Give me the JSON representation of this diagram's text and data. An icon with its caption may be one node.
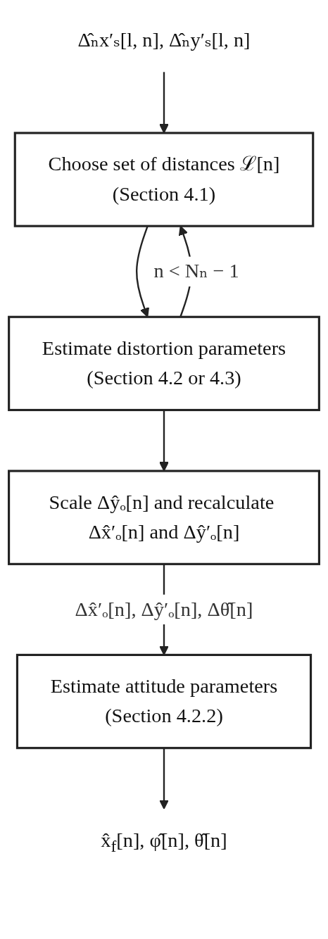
{
  "diagram": {
    "nodes": [
      {
        "text": [
          "Δ̂ₙx′ₛ[l, n], Δ̂ₙy′ₛ[l, n]"
        ]
      },
      {
        "text": [
          "Choose set of distances ℒ[n]",
          "(Section 4.1)"
        ]
      },
      {
        "text": [
          "Estimate distortion parameters",
          "(Section 4.2 or 4.3)"
        ]
      },
      {
        "text": [
          "Scale Δŷₒ[n] and recalculate Δx̂′ₒ[n] and Δŷ′ₒ[n]"
        ]
      },
      {
        "text": [
          "Estimate attitude parameters",
          "(Section 4.2.2)"
        ]
      },
      {
        "text": [
          "x̂$_{f}$[n], φ̂[n], θ̂[n]"
        ]
      }
    ],
    "edges": [
      {
        "from": 0,
        "to": 1,
        "arrow": "to"
      },
      {
        "from": 1,
        "to": 2,
        "arrow": "to"
      },
      {
        "from": 2,
        "to": 1,
        "arrow": "to",
        "label": "n < Nₙ − 1"
      },
      {
        "from": 2,
        "to": 3,
        "arrow": "to"
      },
      {
        "from": 3,
        "to": 4,
        "arrow": "to",
        "label": "Δx̂′ₒ[n], Δŷ′ₒ[n], Δθ̂[n]"
      },
      {
        "from": 4,
        "to": 5,
        "arrow": "to"
      }
    ]
  }
}
